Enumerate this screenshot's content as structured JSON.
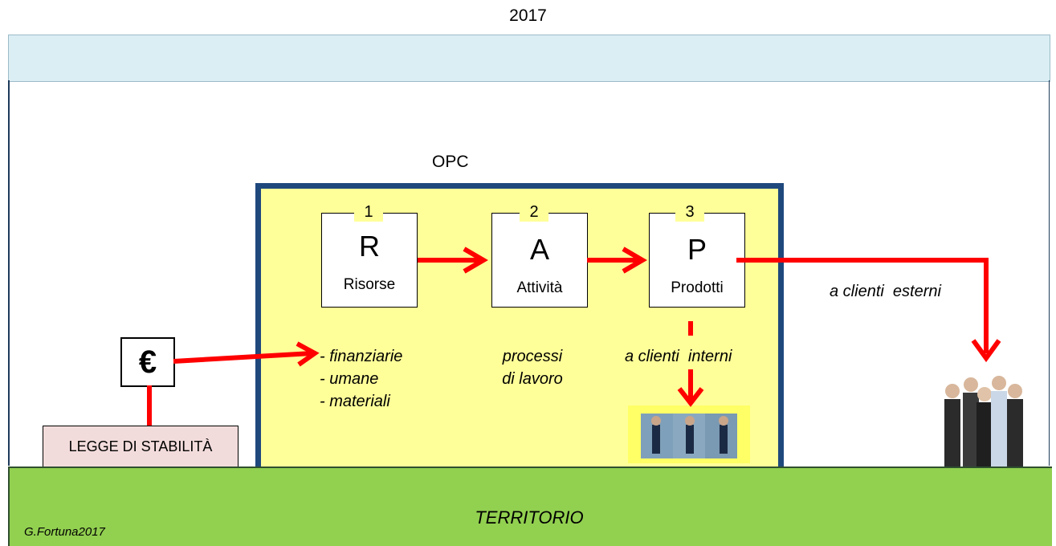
{
  "header": {
    "year": "2017"
  },
  "organization": {
    "label": "OPC"
  },
  "steps": [
    {
      "number": "1",
      "letter": "R",
      "label": "Risorse"
    },
    {
      "number": "2",
      "letter": "A",
      "label": "Attività"
    },
    {
      "number": "3",
      "letter": "P",
      "label": "Prodotti"
    }
  ],
  "resources_list": [
    "- finanziarie",
    "- umane",
    "- materiali"
  ],
  "activities_desc": [
    "processi",
    "di lavoro"
  ],
  "outputs": {
    "internal": "a clienti  interni",
    "external": "a clienti  esterni"
  },
  "funding": {
    "symbol": "€",
    "source": "LEGGE DI STABILITÀ"
  },
  "ground": {
    "label": "TERRITORIO"
  },
  "credit": "G.Fortuna2017",
  "colors": {
    "arrow": "#ff0000",
    "opc_fill": "#ffff99",
    "opc_border": "#1f497d",
    "territory": "#92d050",
    "header_band": "#dbeef4",
    "legge_fill": "#f2dcdb"
  }
}
